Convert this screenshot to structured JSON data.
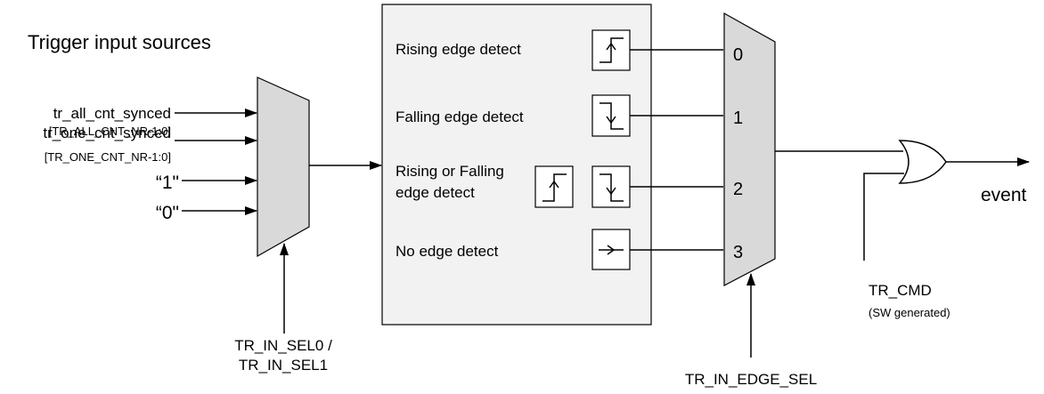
{
  "title": "Trigger input sources",
  "inputs": {
    "all_cnt": "tr_all_cnt_synced",
    "all_cnt_range": "[TR_ALL_CNT_NR-1:0]",
    "one_cnt": "tr_one_cnt_synced",
    "one_cnt_range": "[TR_ONE_CNT_NR-1:0]",
    "one": "“1\"",
    "zero": "“0\""
  },
  "input_select": {
    "line1": "TR_IN_SEL0 /",
    "line2": "TR_IN_SEL1"
  },
  "edge_block": {
    "rising": "Rising edge detect",
    "falling": "Falling edge detect",
    "both_line1": "Rising or Falling",
    "both_line2": "edge detect",
    "none": "No edge detect"
  },
  "edge_mux": {
    "in0": "0",
    "in1": "1",
    "in2": "2",
    "in3": "3",
    "select": "TR_IN_EDGE_SEL"
  },
  "output": {
    "event": "event",
    "cmd": "TR_CMD",
    "cmd_note": "(SW generated)"
  },
  "colors": {
    "mux_fill": "#d9d9d9",
    "block_fill": "#f2f2f2"
  }
}
